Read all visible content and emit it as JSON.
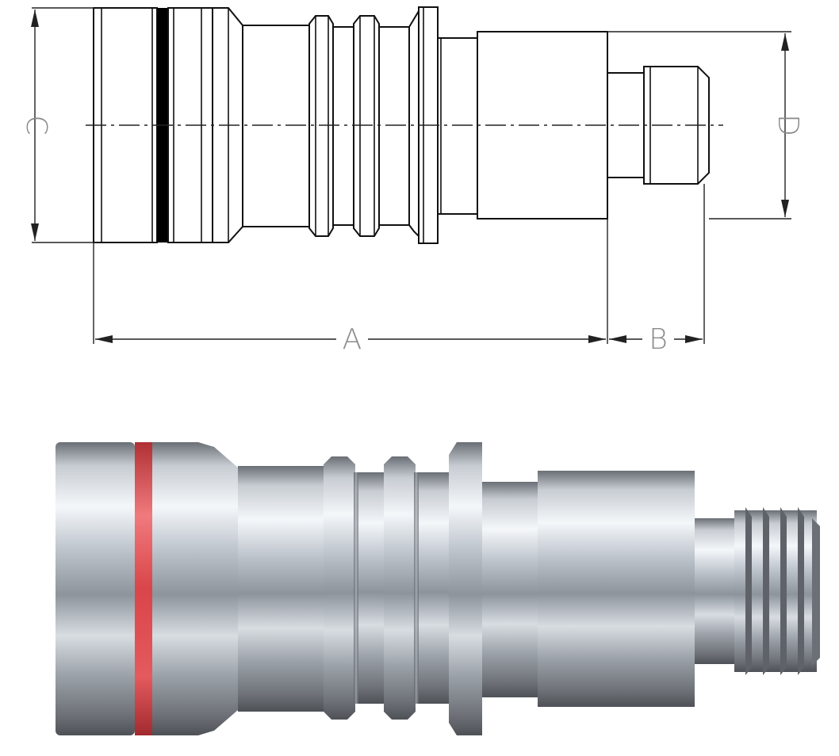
{
  "drawing": {
    "dimensions": [
      {
        "id": "A",
        "label": "A"
      },
      {
        "id": "B",
        "label": "B"
      },
      {
        "id": "C",
        "label": "C"
      },
      {
        "id": "D",
        "label": "D"
      }
    ]
  },
  "colors": {
    "line": "#111111",
    "dimension_text": "#8a8a8a",
    "seal_ring_drawing": "#000000",
    "seal_ring_render": "#e8464a",
    "steel_light": "#f2f5f8",
    "steel_mid": "#aeb5bd",
    "steel_dark": "#5d6167"
  },
  "icons": [
    "coupling-technical-drawing",
    "coupling-3d-render"
  ]
}
